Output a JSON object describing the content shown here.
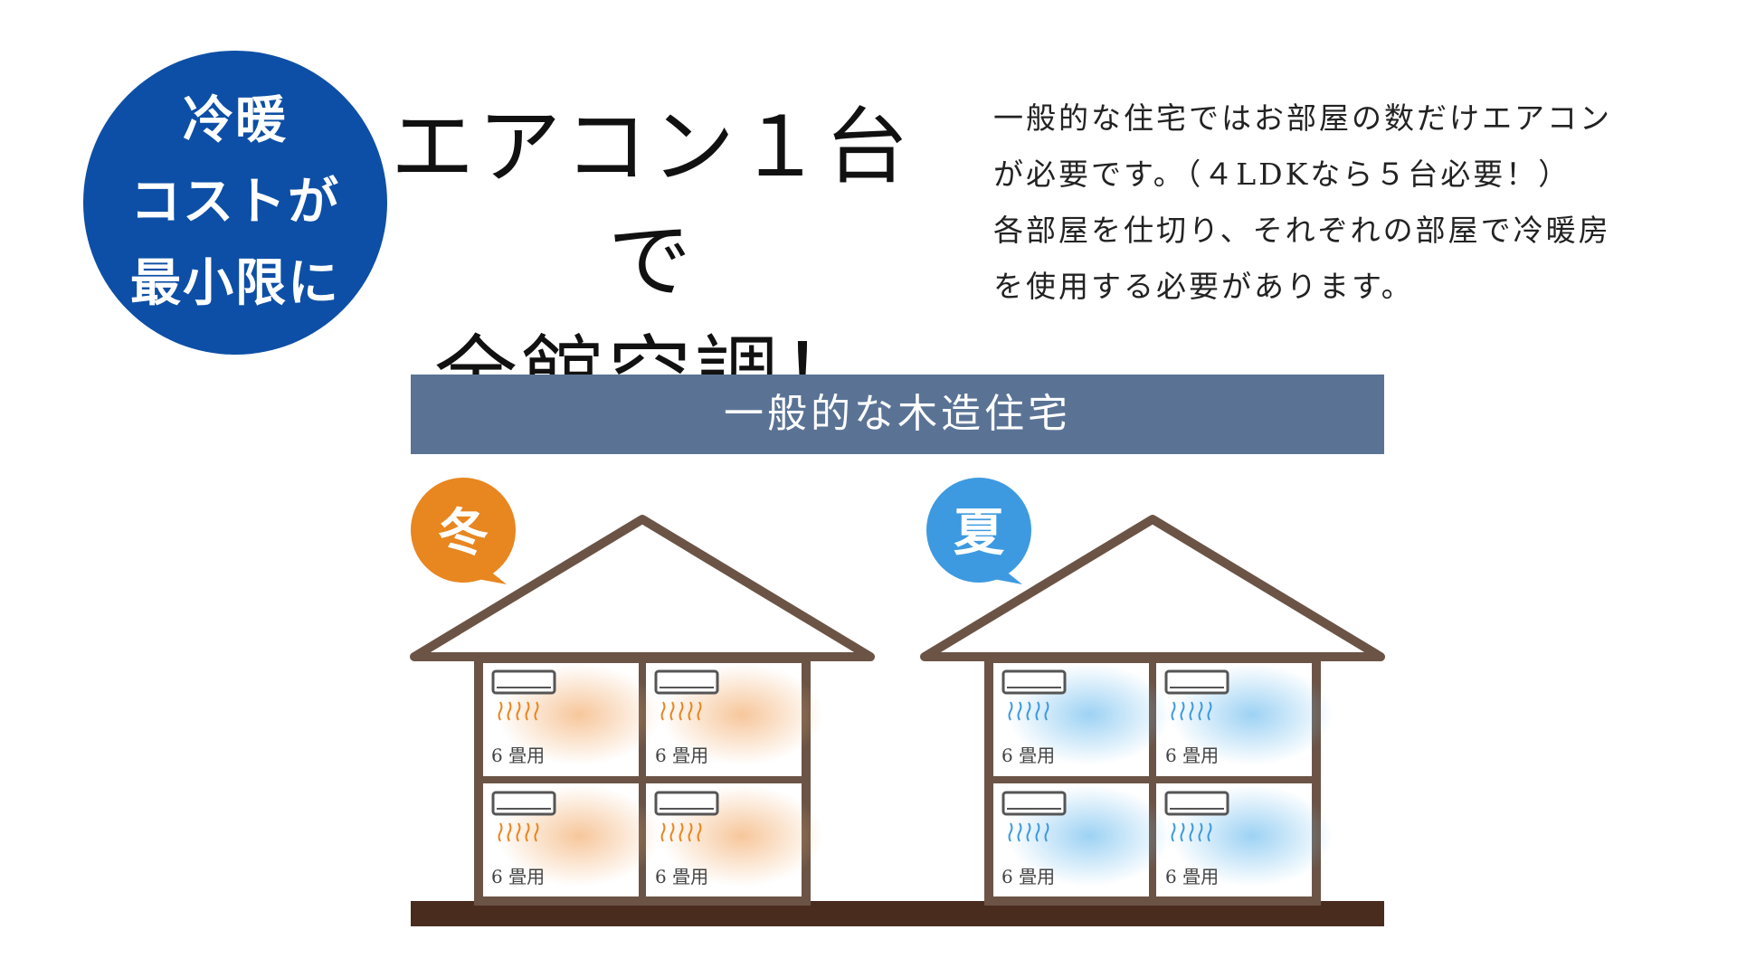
{
  "badge": {
    "lines": [
      "冷暖",
      "コストが",
      "最小限に"
    ]
  },
  "headline": {
    "lines": [
      "エアコン１台で",
      "全館空調！"
    ]
  },
  "description": {
    "lines": [
      "一般的な住宅ではお部屋の数だけエアコン",
      "が必要です。（４LDKなら５台必要！）",
      "各部屋を仕切り、それぞれの部屋で冷暖房",
      "を使用する必要があります。"
    ]
  },
  "banner": {
    "title": "一般的な木造住宅"
  },
  "houses": [
    {
      "season": "冬",
      "badge_color": "#e8861f",
      "air_color": "#f0a35a",
      "rooms": [
        "6 畳用",
        "6 畳用",
        "6 畳用",
        "6 畳用"
      ]
    },
    {
      "season": "夏",
      "badge_color": "#3d9ae0",
      "air_color": "#5bb4ea",
      "rooms": [
        "6 畳用",
        "6 畳用",
        "6 畳用",
        "6 畳用"
      ]
    }
  ],
  "colors": {
    "wall": "#6b5446",
    "ground": "#4a2c1f",
    "badge_blue": "#0d4fa6",
    "banner": "#5a7395"
  }
}
